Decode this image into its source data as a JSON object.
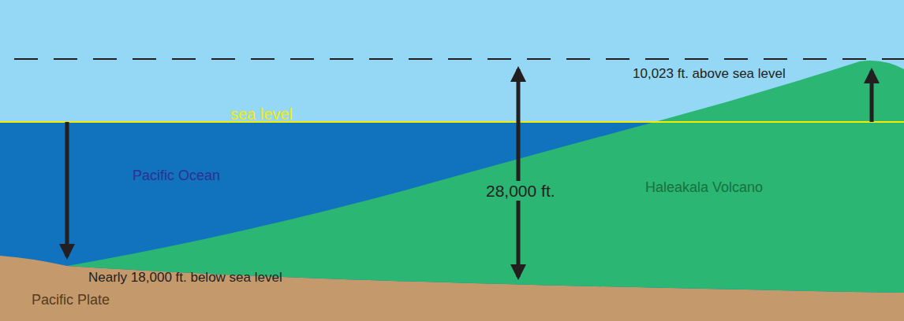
{
  "diagram": {
    "labels": [
      "sea level",
      "Pacific Ocean",
      "Haleakala Volcano",
      "28,000 ft.",
      "10,023 ft. above sea level",
      "Nearly 18,000 ft. below sea level",
      "Pacific Plate"
    ]
  }
}
